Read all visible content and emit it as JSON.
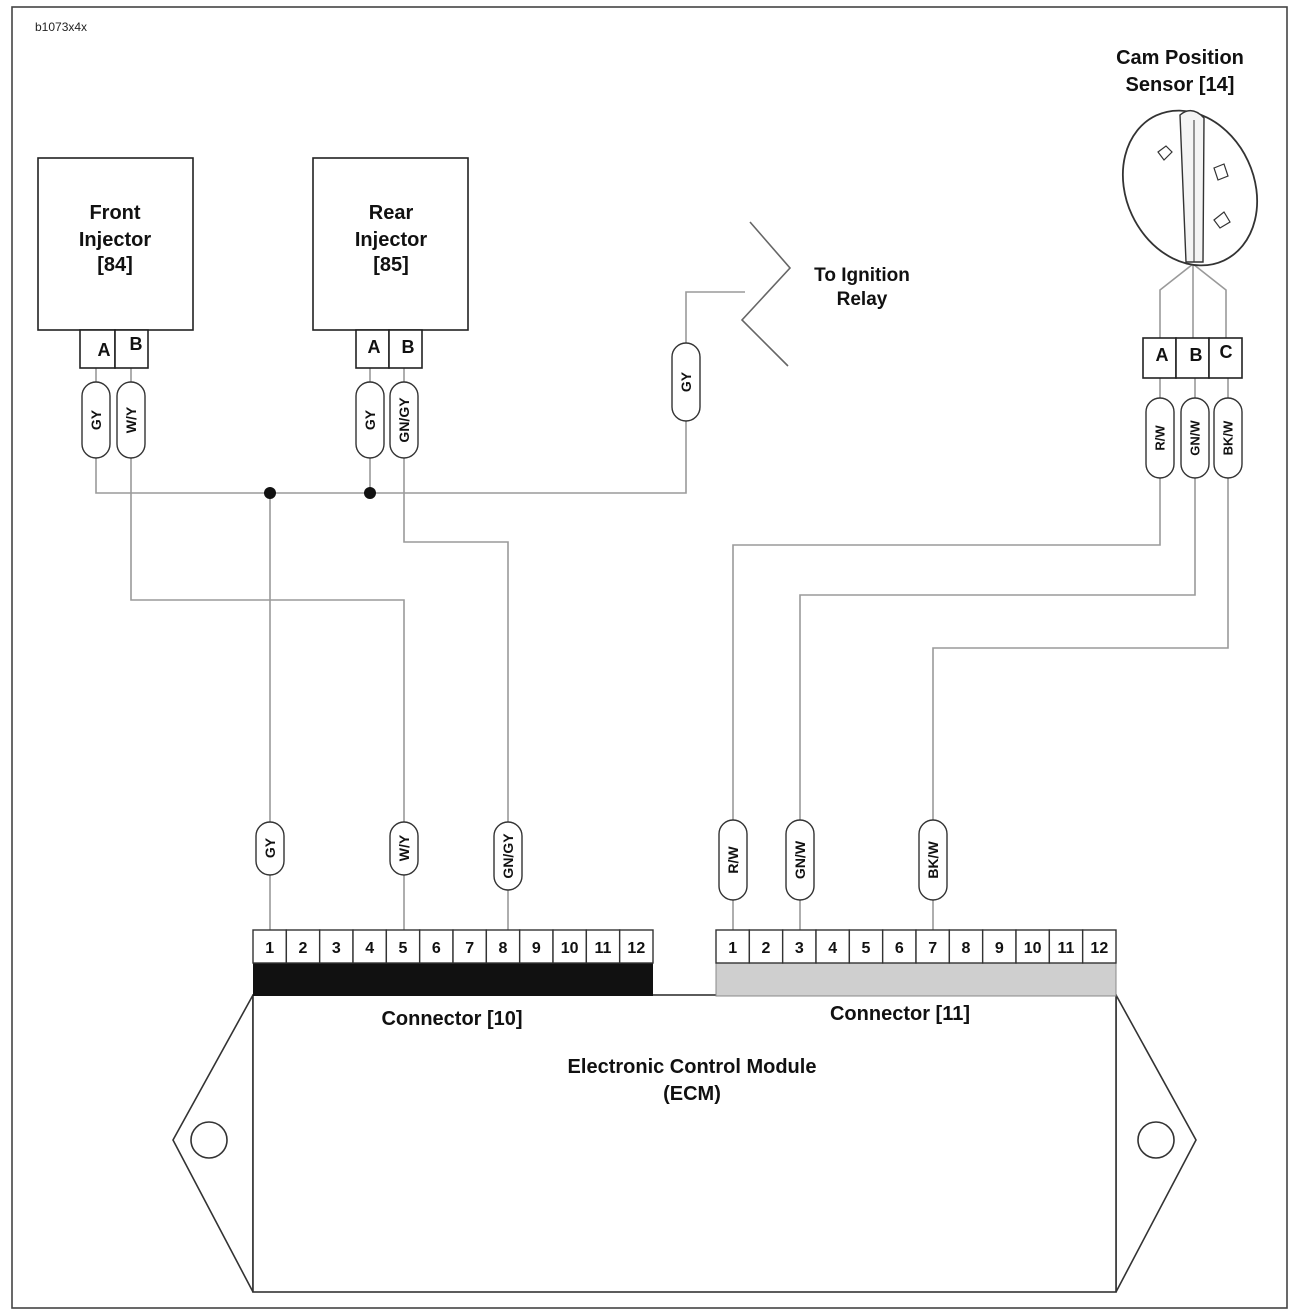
{
  "figure_id": "b1073x4x",
  "components": {
    "front_injector": {
      "lines": [
        "Front",
        "Injector",
        "[84]"
      ],
      "pins": [
        "A",
        "B"
      ]
    },
    "rear_injector": {
      "lines": [
        "Rear",
        "Injector",
        "[85]"
      ],
      "pins": [
        "A",
        "B"
      ]
    },
    "ignition_relay": {
      "lines": [
        "To Ignition",
        "Relay"
      ]
    },
    "cam_sensor": {
      "lines": [
        "Cam Position",
        "Sensor [14]"
      ],
      "pins": [
        "A",
        "B",
        "C"
      ]
    },
    "ecm": {
      "lines": [
        "Electronic Control Module",
        "(ECM)"
      ]
    },
    "connector_10": {
      "label": "Connector [10]",
      "pins": [
        "1",
        "2",
        "3",
        "4",
        "5",
        "6",
        "7",
        "8",
        "9",
        "10",
        "11",
        "12"
      ]
    },
    "connector_11": {
      "label": "Connector [11]",
      "pins": [
        "1",
        "2",
        "3",
        "4",
        "5",
        "6",
        "7",
        "8",
        "9",
        "10",
        "11",
        "12"
      ]
    }
  },
  "wire_labels": {
    "front_a": "GY",
    "front_b": "W/Y",
    "rear_a": "GY",
    "rear_b": "GN/GY",
    "relay": "GY",
    "cam_a": "R/W",
    "cam_b": "GN/W",
    "cam_c": "BK/W",
    "c10_1": "GY",
    "c10_5": "W/Y",
    "c10_8": "GN/GY",
    "c11_1": "R/W",
    "c11_3": "GN/W",
    "c11_7": "BK/W"
  },
  "colors": {
    "connector_10_body": "#111111",
    "connector_11_body": "#cfcfcf",
    "wire": "#9a9a9a"
  }
}
